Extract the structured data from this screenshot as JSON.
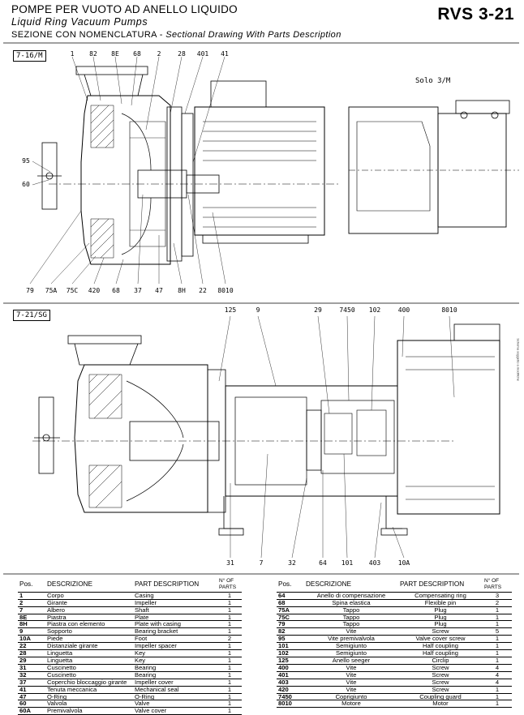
{
  "header": {
    "title_it": "POMPE PER VUOTO AD ANELLO LIQUIDO",
    "title_en": "Liquid Ring Vacuum Pumps",
    "subtitle_it": "SEZIONE CON NOMENCLATURA -",
    "subtitle_en": "Sectional Drawing With Parts Description",
    "model": "RVS 3-21"
  },
  "drawing_top": {
    "tag": "7-16/M",
    "note": "Solo 3/M",
    "labels_top": [
      "1",
      "82",
      "8E",
      "68",
      "2",
      "28",
      "401",
      "41"
    ],
    "labels_left": [
      "95",
      "60"
    ],
    "labels_bottom": [
      "79",
      "75A",
      "75C",
      "420",
      "68",
      "37",
      "47",
      "8H",
      "22",
      "8010"
    ]
  },
  "drawing_bottom": {
    "tag": "7-21/SG",
    "labels_top": [
      "125",
      "9",
      "29",
      "7450",
      "102",
      "400",
      "8010"
    ],
    "labels_bottom": [
      "31",
      "7",
      "32",
      "64",
      "101",
      "403",
      "10A"
    ]
  },
  "side_note": "Schema soggetto a modifiche",
  "table_headers": {
    "pos": "Pos.",
    "desc": "DESCRIZIONE",
    "part": "PART DESCRIPTION",
    "qty": "N° OF PARTS"
  },
  "parts_left": [
    {
      "pos": "1",
      "desc": "Corpo",
      "part": "Casing",
      "qty": "1"
    },
    {
      "pos": "2",
      "desc": "Girante",
      "part": "Impeller",
      "qty": "1"
    },
    {
      "pos": "7",
      "desc": "Albero",
      "part": "Shaft",
      "qty": "1"
    },
    {
      "pos": "8E",
      "desc": "Piastra",
      "part": "Plate",
      "qty": "1"
    },
    {
      "pos": "8H",
      "desc": "Piastra con elemento",
      "part": "Plate with casing",
      "qty": "1"
    },
    {
      "pos": "9",
      "desc": "Sopporto",
      "part": "Bearing bracket",
      "qty": "1"
    },
    {
      "pos": "10A",
      "desc": "Piede",
      "part": "Foot",
      "qty": "2"
    },
    {
      "pos": "22",
      "desc": "Distanziale girante",
      "part": "Impeller spacer",
      "qty": "1"
    },
    {
      "pos": "28",
      "desc": "Linguetta",
      "part": "Key",
      "qty": "1"
    },
    {
      "pos": "29",
      "desc": "Linguetta",
      "part": "Key",
      "qty": "1"
    },
    {
      "pos": "31",
      "desc": "Cuscinetto",
      "part": "Bearing",
      "qty": "1"
    },
    {
      "pos": "32",
      "desc": "Cuscinetto",
      "part": "Bearing",
      "qty": "1"
    },
    {
      "pos": "37",
      "desc": "Coperchio bloccaggio girante",
      "part": "Impeller cover",
      "qty": "1"
    },
    {
      "pos": "41",
      "desc": "Tenuta meccanica",
      "part": "Mechanical seal",
      "qty": "1"
    },
    {
      "pos": "47",
      "desc": "O-Ring",
      "part": "O-Ring",
      "qty": "1"
    },
    {
      "pos": "60",
      "desc": "Valvola",
      "part": "Valve",
      "qty": "1"
    },
    {
      "pos": "60A",
      "desc": "Premivalvola",
      "part": "Valve cover",
      "qty": "1"
    }
  ],
  "parts_right": [
    {
      "pos": "64",
      "desc": "Anello di compensazione",
      "part": "Compensating ring",
      "qty": "3"
    },
    {
      "pos": "68",
      "desc": "Spina elastica",
      "part": "Flexible pin",
      "qty": "2"
    },
    {
      "pos": "75A",
      "desc": "Tappo",
      "part": "Plug",
      "qty": "1"
    },
    {
      "pos": "75C",
      "desc": "Tappo",
      "part": "Plug",
      "qty": "1"
    },
    {
      "pos": "79",
      "desc": "Tappo",
      "part": "Plug",
      "qty": "1"
    },
    {
      "pos": "82",
      "desc": "Vite",
      "part": "Screw",
      "qty": "5"
    },
    {
      "pos": "95",
      "desc": "Vite premivalvola",
      "part": "Valve cover screw",
      "qty": "1"
    },
    {
      "pos": "101",
      "desc": "Semigiunto",
      "part": "Half coupling",
      "qty": "1"
    },
    {
      "pos": "102",
      "desc": "Semigiunto",
      "part": "Half coupling",
      "qty": "1"
    },
    {
      "pos": "125",
      "desc": "Anello seeger",
      "part": "Circlip",
      "qty": "1"
    },
    {
      "pos": "400",
      "desc": "Vite",
      "part": "Screw",
      "qty": "4"
    },
    {
      "pos": "401",
      "desc": "Vite",
      "part": "Screw",
      "qty": "4"
    },
    {
      "pos": "403",
      "desc": "Vite",
      "part": "Screw",
      "qty": "4"
    },
    {
      "pos": "420",
      "desc": "Vite",
      "part": "Screw",
      "qty": "1"
    },
    {
      "pos": "7450",
      "desc": "Coprigiunto",
      "part": "Coupling guard",
      "qty": "1"
    },
    {
      "pos": "8010",
      "desc": "Motore",
      "part": "Motor",
      "qty": "1"
    }
  ]
}
